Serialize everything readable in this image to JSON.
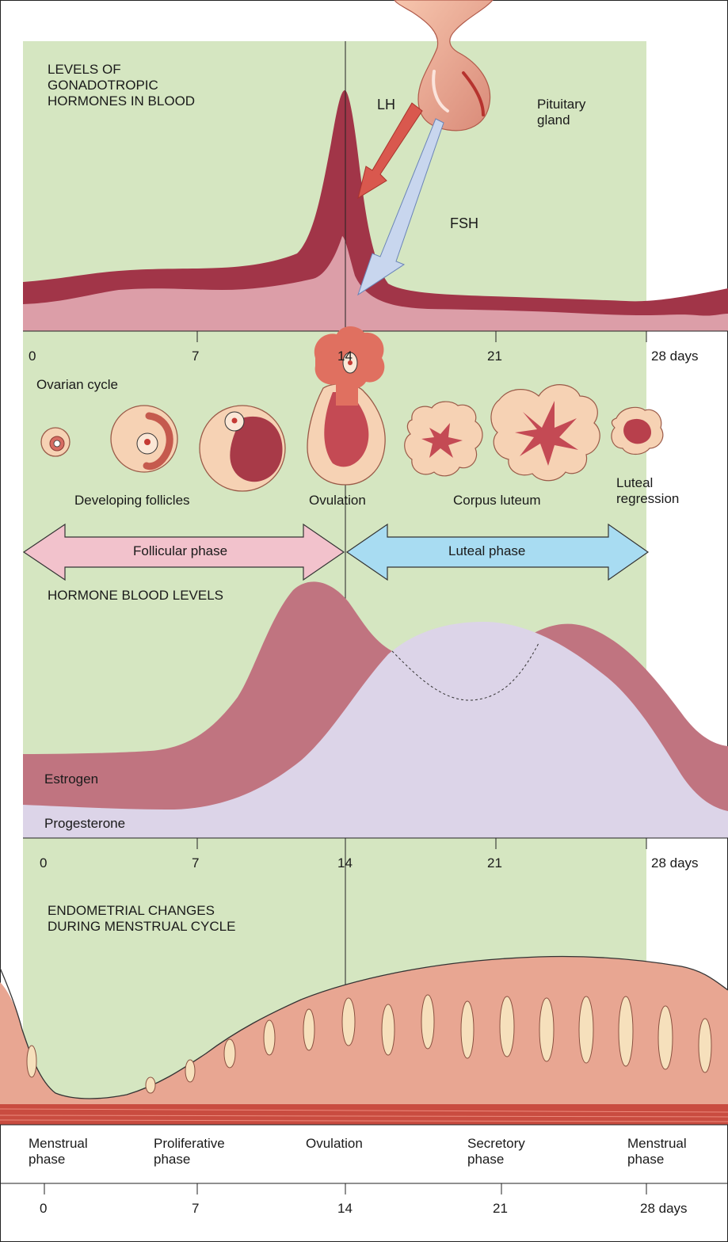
{
  "colors": {
    "phase_bg": "#d5e6c1",
    "lh": "#a13548",
    "fsh": "#dc9ea8",
    "estrogen": "#c07480",
    "progesterone": "#dcd4e8",
    "follicular_arrow": "#f2c2cc",
    "luteal_arrow": "#a8dcf2",
    "tissue": "#e8a692",
    "gland": "#f6e0bc",
    "muscle": "#c94c40"
  },
  "panel1": {
    "title": "LEVELS OF\nGONADOTROPIC\nHORMONES IN BLOOD",
    "lh_label": "LH",
    "fsh_label": "FSH",
    "pituitary_label": "Pituitary\ngland"
  },
  "axis_ticks": [
    "0",
    "7",
    "14",
    "21"
  ],
  "axis_end_label": "28 days",
  "ovarian": {
    "title": "Ovarian cycle",
    "developing_follicles": "Developing follicles",
    "ovulation": "Ovulation",
    "corpus_luteum": "Corpus luteum",
    "luteal_regression": "Luteal\nregression"
  },
  "phases": {
    "follicular": "Follicular phase",
    "luteal": "Luteal phase"
  },
  "panel2": {
    "title": "HORMONE BLOOD LEVELS",
    "estrogen": "Estrogen",
    "progesterone": "Progesterone"
  },
  "panel3": {
    "title": "ENDOMETRIAL CHANGES\nDURING MENSTRUAL CYCLE"
  },
  "bottom_phases": [
    "Menstrual\nphase",
    "Proliferative\nphase",
    "Ovulation",
    "Secretory\nphase",
    "Menstrual\nphase"
  ],
  "icons": [
    "pituitary-gland-icon",
    "follicle-icon",
    "corpus-luteum-icon",
    "endometrium-icon"
  ]
}
